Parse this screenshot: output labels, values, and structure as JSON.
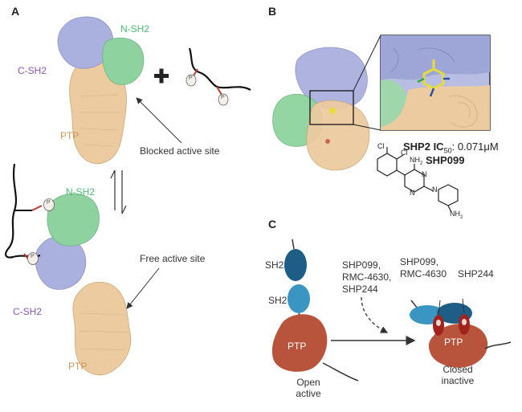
{
  "panels": {
    "a": {
      "letter": "A",
      "top_state": {
        "n_sh2": "N-SH2",
        "c_sh2": "C-SH2",
        "ptp": "PTP",
        "plus": "+",
        "phospho": "P",
        "annotation": "Blocked active site"
      },
      "bottom_state": {
        "n_sh2": "N-SH2",
        "c_sh2": "C-SH2",
        "ptp": "PTP",
        "phospho": "P",
        "annotation": "Free active site"
      }
    },
    "b": {
      "letter": "B",
      "potency": {
        "prefix": "SHP2 IC",
        "subscript": "50",
        "suffix": ": 0.071μM"
      },
      "compound_name": "SHP099",
      "structure_labels": {
        "cl1": "Cl",
        "cl2": "Cl",
        "nh2_top": "NH",
        "nh2_top_sub": "2",
        "n1": "N",
        "n2": "N",
        "n3": "N",
        "nh2_bottom": "NH",
        "nh2_bottom_sub": "2"
      }
    },
    "c": {
      "letter": "C",
      "open_state": {
        "sh2_top": "SH2",
        "sh2_bottom": "SH2",
        "ptp": "PTP",
        "caption_line1": "Open",
        "caption_line2": "active"
      },
      "inhibitors_arrow": [
        "SHP099,",
        "RMC-4630,",
        "SHP244"
      ],
      "closed_state": {
        "site_left": [
          "SHP099,",
          "RMC-4630"
        ],
        "site_right": "SHP244",
        "ptp": "PTP",
        "caption_line1": "Closed",
        "caption_line2": "inactive"
      }
    }
  },
  "colors": {
    "n_sh2": "#4dbb74",
    "c_sh2": "#8b55b8",
    "ptp_label": "#c9975a",
    "ptp_surface": "#eccba0",
    "csh2_surface": "#aab1de",
    "nsh2_surface": "#8ed39f",
    "sh2_cartoon_dark": "#1e5e86",
    "sh2_cartoon_light": "#3a95c3",
    "ptp_cartoon": "#b8543b",
    "inhibitor_site": "#a2231e",
    "ligand": "#e6dc3a"
  }
}
